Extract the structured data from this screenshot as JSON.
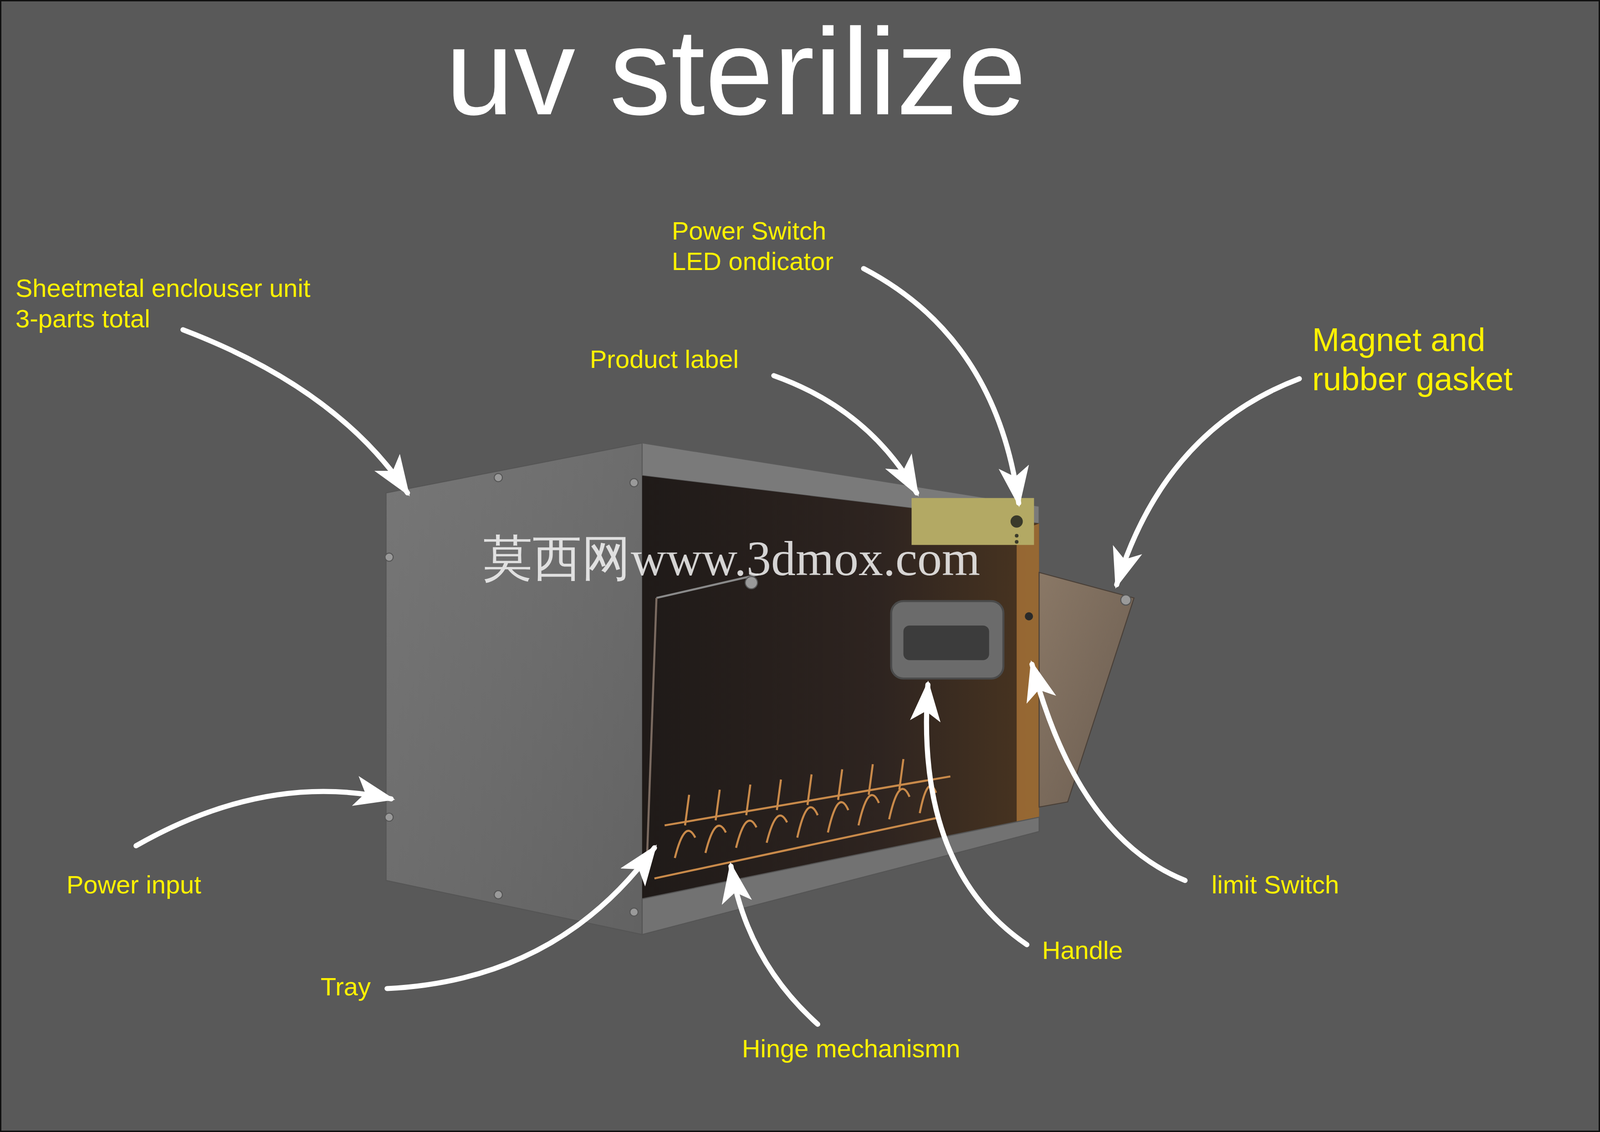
{
  "diagram": {
    "title": "uv sterilize",
    "labels": [
      "Power Switch LED ondicator",
      "Sheetmetal enclouser unit 3-parts total",
      "Product label",
      "Magnet and rubber gasket",
      "莫西网www.3dmox.com",
      "Power input",
      "limit Switch",
      "Handle",
      "Tray",
      "Hinge mechanismn"
    ]
  }
}
